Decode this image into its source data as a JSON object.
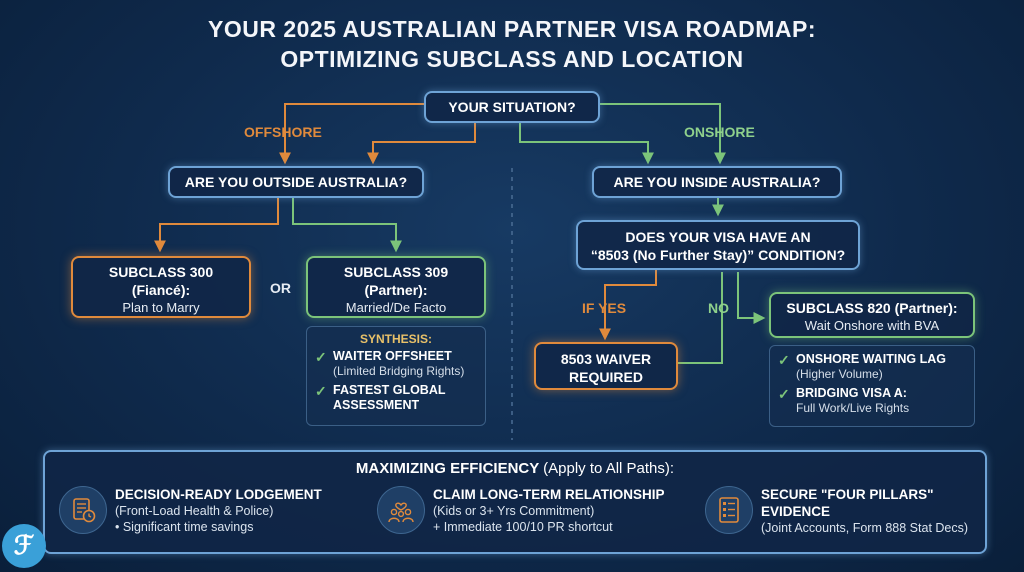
{
  "title": {
    "line1": "YOUR 2025 AUSTRALIAN PARTNER VISA ROADMAP:",
    "line2": "OPTIMIZING SUBCLASS AND LOCATION"
  },
  "root": {
    "question": "YOUR SITUATION?"
  },
  "branches": {
    "offshore": "OFFSHORE",
    "onshore": "ONSHORE"
  },
  "offshore": {
    "question": "ARE YOU OUTSIDE AUSTRALIA?",
    "or_label": "OR",
    "subclass300": {
      "title1": "SUBCLASS 300",
      "title2": "(Fiancé):",
      "desc": "Plan to Marry"
    },
    "subclass309": {
      "title1": "SUBCLASS 309",
      "title2": "(Partner):",
      "desc": "Married/De Facto"
    },
    "synthesis": {
      "title": "SYNTHESIS:",
      "items": [
        {
          "main": "WAITER OFFSHEET",
          "sub": "(Limited Bridging Rights)"
        },
        {
          "main": "FASTEST GLOBAL ASSESSMENT",
          "sub": ""
        }
      ]
    }
  },
  "onshore": {
    "question": "ARE YOU INSIDE AUSTRALIA?",
    "condition_q1": "DOES YOUR VISA HAVE AN",
    "condition_q2": "“8503 (No Further Stay)” CONDITION?",
    "if_yes": "IF YES",
    "no": "NO",
    "waiver1": "8503 WAIVER",
    "waiver2": "REQUIRED",
    "subclass820": {
      "title": "SUBCLASS 820 (Partner):",
      "desc": "Wait Onshore with BVA"
    },
    "panel": {
      "items": [
        {
          "main": "ONSHORE WAITING LAG",
          "sub": "(Higher Volume)"
        },
        {
          "main": "BRIDGING VISA A:",
          "sub": "Full Work/Live Rights"
        }
      ]
    }
  },
  "efficiency": {
    "title_bold": "MAXIMIZING EFFICIENCY",
    "title_light": "(Apply to All Paths):",
    "columns": [
      {
        "icon": "checklist-clock-icon",
        "title": "DECISION-READY LODGEMENT",
        "sub1": "(Front-Load Health & Police)",
        "sub2": "• Significant time savings"
      },
      {
        "icon": "family-heart-icon",
        "title": "CLAIM LONG-TERM RELATIONSHIP",
        "sub1": "(Kids or 3+ Yrs Commitment)",
        "sub2": "+ Immediate 100/10 PR shortcut"
      },
      {
        "icon": "evidence-document-icon",
        "title": "SECURE \"FOUR PILLARS\"",
        "title2": "EVIDENCE",
        "sub1": "(Joint Accounts, Form 888 Stat Decs)"
      }
    ]
  },
  "colors": {
    "orange": "#e08a3c",
    "green": "#7cc47a",
    "blue": "#6ea3d6",
    "background": "#0f2a4c"
  }
}
